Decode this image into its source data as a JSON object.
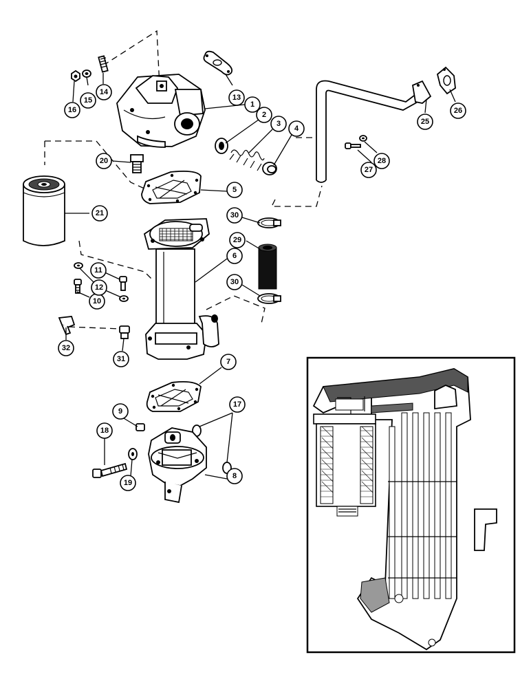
{
  "callouts": [
    {
      "id": "c1",
      "label": "1"
    },
    {
      "id": "c2",
      "label": "2"
    },
    {
      "id": "c3",
      "label": "3"
    },
    {
      "id": "c4",
      "label": "4"
    },
    {
      "id": "c5",
      "label": "5"
    },
    {
      "id": "c6",
      "label": "6"
    },
    {
      "id": "c7",
      "label": "7"
    },
    {
      "id": "c8",
      "label": "8"
    },
    {
      "id": "c9",
      "label": "9"
    },
    {
      "id": "c10",
      "label": "10"
    },
    {
      "id": "c11",
      "label": "11"
    },
    {
      "id": "c12",
      "label": "12"
    },
    {
      "id": "c13",
      "label": "13"
    },
    {
      "id": "c14",
      "label": "14"
    },
    {
      "id": "c15",
      "label": "15"
    },
    {
      "id": "c16",
      "label": "16"
    },
    {
      "id": "c17",
      "label": "17"
    },
    {
      "id": "c18",
      "label": "18"
    },
    {
      "id": "c19",
      "label": "19"
    },
    {
      "id": "c20",
      "label": "20"
    },
    {
      "id": "c21",
      "label": "21"
    },
    {
      "id": "c25",
      "label": "25"
    },
    {
      "id": "c26",
      "label": "26"
    },
    {
      "id": "c27",
      "label": "27"
    },
    {
      "id": "c28",
      "label": "28"
    },
    {
      "id": "c29",
      "label": "29"
    },
    {
      "id": "c30a",
      "label": "30"
    },
    {
      "id": "c30b",
      "label": "30"
    },
    {
      "id": "c31",
      "label": "31"
    },
    {
      "id": "c32",
      "label": "32"
    }
  ]
}
